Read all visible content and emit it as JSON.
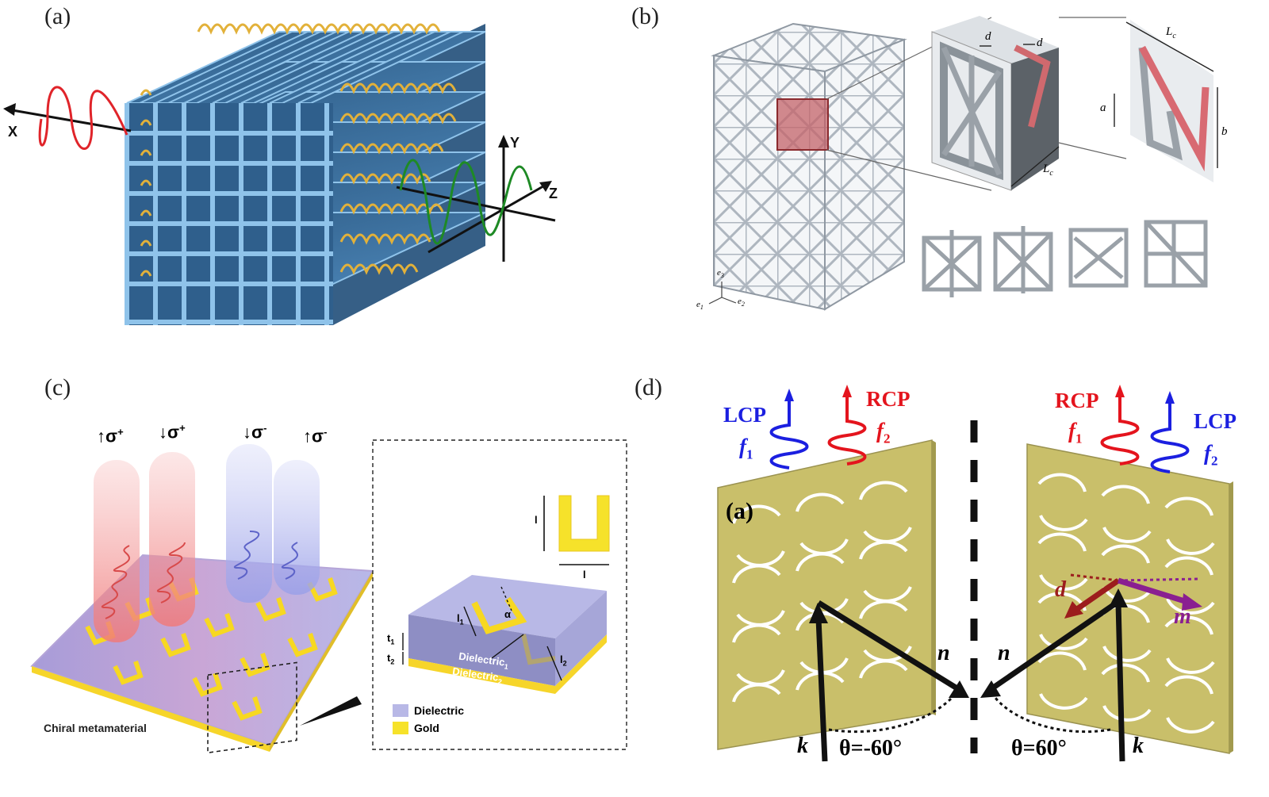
{
  "panels": {
    "a": {
      "label": "(a)",
      "axes": {
        "x": "X",
        "y": "Y",
        "z": "Z"
      },
      "colors": {
        "plate": "#3f77a8",
        "plate_edge": "#8fc3ea",
        "helix": "#e2b13a",
        "wave_red": "#e0242a",
        "wave_green": "#1e8a25"
      }
    },
    "b": {
      "label": "(b)",
      "dims": {
        "d1": "d",
        "d2": "d",
        "a": "a",
        "b": "b",
        "lc_top": "L",
        "lc_top_sub": "c",
        "lc_bottom": "L",
        "lc_bottom_sub": "c"
      },
      "basis": {
        "e1": "e",
        "e1_sub": "1",
        "e2": "e",
        "e2_sub": "2",
        "e3": "e",
        "e3_sub": "3"
      },
      "colors": {
        "lattice": "#c6ccd2",
        "highlight": "#d0696e"
      }
    },
    "c": {
      "label": "(c)",
      "beams": [
        {
          "arrow": "↑",
          "text": "σ",
          "sup": "+",
          "color": "#f08080"
        },
        {
          "arrow": "↓",
          "text": "σ",
          "sup": "+",
          "color": "#f08080"
        },
        {
          "arrow": "↓",
          "text": "σ",
          "sup": "-",
          "color": "#9aa0e8"
        },
        {
          "arrow": "↑",
          "text": "σ",
          "sup": "-",
          "color": "#9aa0e8"
        }
      ],
      "caption": "Chiral metamaterial",
      "inset": {
        "l": "l",
        "l_width": "l",
        "l1": "l",
        "l1_sub": "1",
        "l2": "l",
        "l2_sub": "2",
        "alpha": "α",
        "t1": "t",
        "t1_sub": "1",
        "t2": "t",
        "t2_sub": "2",
        "dielectric1": "Dielectric",
        "dielectric1_sub": "1",
        "dielectric2": "Dielectric",
        "dielectric2_sub": "2",
        "legend": [
          {
            "label": "Dielectric",
            "color": "#b8b8e6"
          },
          {
            "label": "Gold",
            "color": "#f6e22a"
          }
        ]
      }
    },
    "d": {
      "label": "(d)",
      "inner_label": "(a)",
      "left": {
        "lcp": "LCP",
        "f1": "f",
        "f1_sub": "1",
        "rcp": "RCP",
        "f2": "f",
        "f2_sub": "2",
        "n": "n",
        "k": "k",
        "theta": "θ=-60°"
      },
      "right": {
        "rcp": "RCP",
        "f1": "f",
        "f1_sub": "1",
        "lcp": "LCP",
        "f2": "f",
        "f2_sub": "2",
        "n": "n",
        "k": "k",
        "theta": "θ=60°",
        "d": "d",
        "m": "m"
      },
      "colors": {
        "plate": "#c9bf6a",
        "lcp": "#1b1fe0",
        "rcp": "#e4141d",
        "d_arrow": "#9c1d1d",
        "m_arrow": "#8a1f91"
      }
    }
  }
}
